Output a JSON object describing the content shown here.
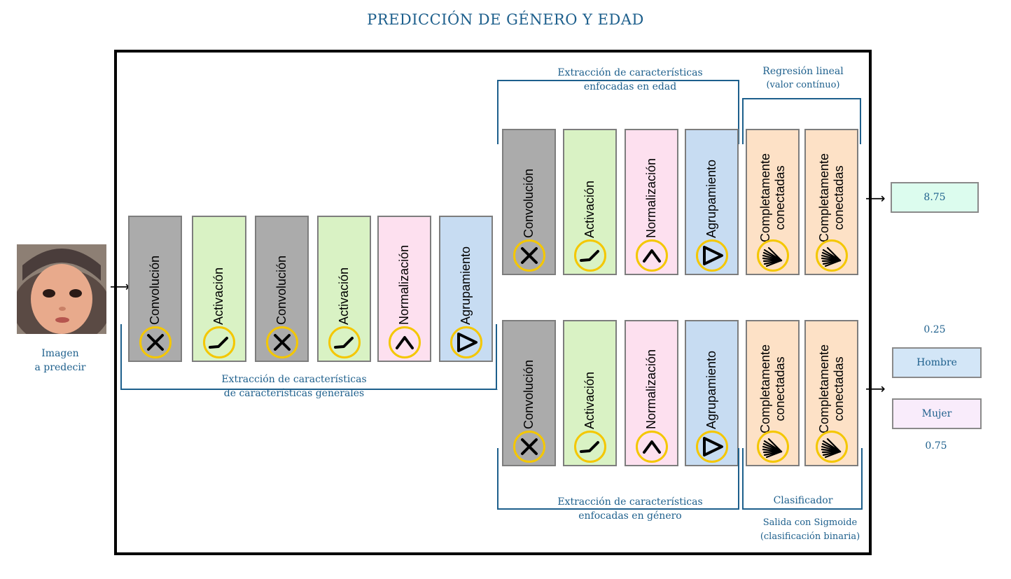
{
  "title": "PREDICCIÓN DE GÉNERO Y EDAD",
  "input": {
    "label_line1": "Imagen",
    "label_line2": "a predecir"
  },
  "general": {
    "blocks": [
      {
        "label": "Convolución",
        "icon": "convolution-icon"
      },
      {
        "label": "Activación",
        "icon": "activation-icon"
      },
      {
        "label": "Convolución",
        "icon": "convolution-icon"
      },
      {
        "label": "Activación",
        "icon": "activation-icon"
      },
      {
        "label": "Normalización",
        "icon": "normalization-icon"
      },
      {
        "label": "Agrupamiento",
        "icon": "pooling-icon"
      }
    ],
    "caption_line1": "Extracción de características",
    "caption_line2": "de características generales"
  },
  "age_branch": {
    "blocks": [
      {
        "label": "Convolución",
        "icon": "convolution-icon"
      },
      {
        "label": "Activación",
        "icon": "activation-icon"
      },
      {
        "label": "Normalización",
        "icon": "normalization-icon"
      },
      {
        "label": "Agrupamiento",
        "icon": "pooling-icon"
      }
    ],
    "fc_blocks": [
      {
        "label_line1": "Completamente",
        "label_line2": "conectadas",
        "icon": "fully-connected-icon"
      },
      {
        "label_line1": "Completamente",
        "label_line2": "conectadas",
        "icon": "fully-connected-icon"
      }
    ],
    "caption_line1": "Extracción de características",
    "caption_line2": "enfocadas en edad",
    "head_caption_line1": "Regresión lineal",
    "head_caption_line2": "(valor contínuo)",
    "output_value": "8.75"
  },
  "gender_branch": {
    "blocks": [
      {
        "label": "Convolución",
        "icon": "convolution-icon"
      },
      {
        "label": "Activación",
        "icon": "activation-icon"
      },
      {
        "label": "Normalización",
        "icon": "normalization-icon"
      },
      {
        "label": "Agrupamiento",
        "icon": "pooling-icon"
      }
    ],
    "fc_blocks": [
      {
        "label_line1": "Completamente",
        "label_line2": "conectadas",
        "icon": "fully-connected-icon"
      },
      {
        "label_line1": "Completamente",
        "label_line2": "conectadas",
        "icon": "fully-connected-icon"
      }
    ],
    "caption_line1": "Extracción de características",
    "caption_line2": "enfocadas en género",
    "head_caption": "Clasificador",
    "note_line1": "Salida con Sigmoide",
    "note_line2": "(clasificación binaria)",
    "outputs": [
      {
        "label": "Hombre",
        "score": "0.25",
        "color": "#d3e6f7"
      },
      {
        "label": "Mujer",
        "score": "0.75",
        "color": "#f9ecfb"
      }
    ]
  },
  "colors": {
    "convolution": "#ababab",
    "activation": "#d9f2c4",
    "normalization": "#fde0ef",
    "pooling": "#c7dcf2",
    "fully_connected": "#fde1c6",
    "icon_ring": "#f4c700",
    "caption": "#1d5f8c",
    "age_output": "#dcfcee"
  }
}
